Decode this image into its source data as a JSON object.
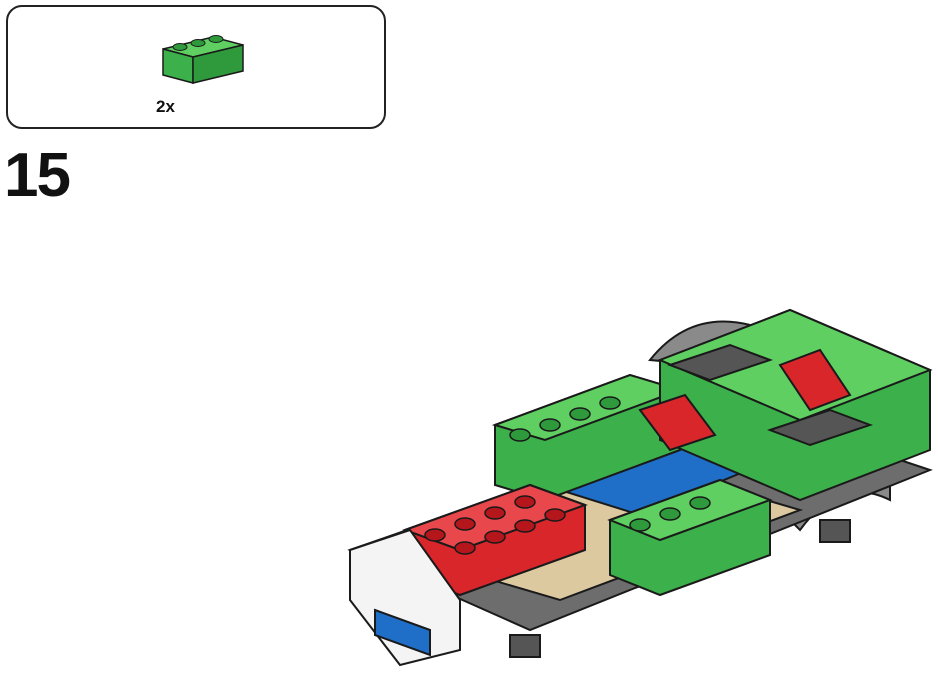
{
  "parts_callout": {
    "part_name": "green-1x3-brick",
    "quantity": "2x",
    "brick_color": "#3cb04a"
  },
  "step": {
    "number": "15"
  },
  "model": {
    "colors": {
      "green": "#3cb04a",
      "red": "#d9262b",
      "tan": "#dcc9a0",
      "blue": "#1f6fc9",
      "white": "#f4f4f4",
      "dark_gray": "#555555",
      "gray": "#8a8a8a"
    }
  }
}
